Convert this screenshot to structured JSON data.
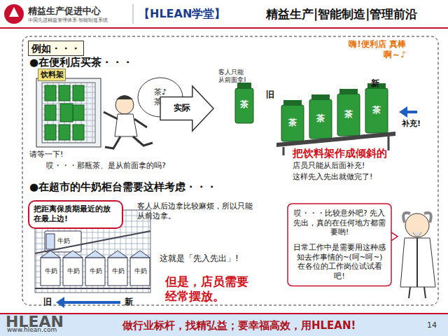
{
  "diagram": {
    "nodes": [
      {
        "text": [
          "例如・・・"
        ]
      },
      {
        "text": [
          "饮料架"
        ]
      },
      {
        "text": [
          "茶♪",
          "茶♪"
        ]
      },
      {
        "text": [
          "实际"
        ]
      },
      {
        "text": [
          "把距离保质期最近的放在最上边!"
        ]
      },
      {
        "text": [
          "哎・・・比较意外吧? 先入先出，真的在任何地方都需要哟!",
          "日常工作中是需要用这种感知去作事情的~(呵~呵~) 在各位的工作岗位试试看吧!"
        ]
      }
    ],
    "labels": [
      "精益生产促进中心",
      "中国先进精益管理体系·智能制造系统",
      "【HLEAN学堂】",
      "精益生产|智能制造|管理前沿",
      "●在便利店买茶・・・",
      "请等一下!",
      "哎・・・那瓶茶、是从前面拿的吗?",
      "客人只能从前面拿",
      "茶",
      "旧",
      "新",
      "茶",
      "茶",
      "茶",
      "茶",
      "嗨!便利店 真棒啊～♪",
      "补充!",
      "把饮料架作成倾斜的",
      "店员只能从后面补充!",
      "这样先入先出就做完了!",
      "●在超市的牛奶柜台需要这样考虑・・・",
      "客人从后边拿比较麻烦，所以只能从前边拿。",
      "牛奶",
      "牛奶",
      "牛奶",
      "牛奶",
      "牛奶",
      "牛奶",
      "这就是「先入先出」!",
      "但是，店员需要 经常摆放。",
      "旧",
      "新",
      "HLEAN",
      "www.hlean.com",
      "做行业标杆，找精弘益；要幸福高效，用HLEAN!",
      "14"
    ]
  }
}
